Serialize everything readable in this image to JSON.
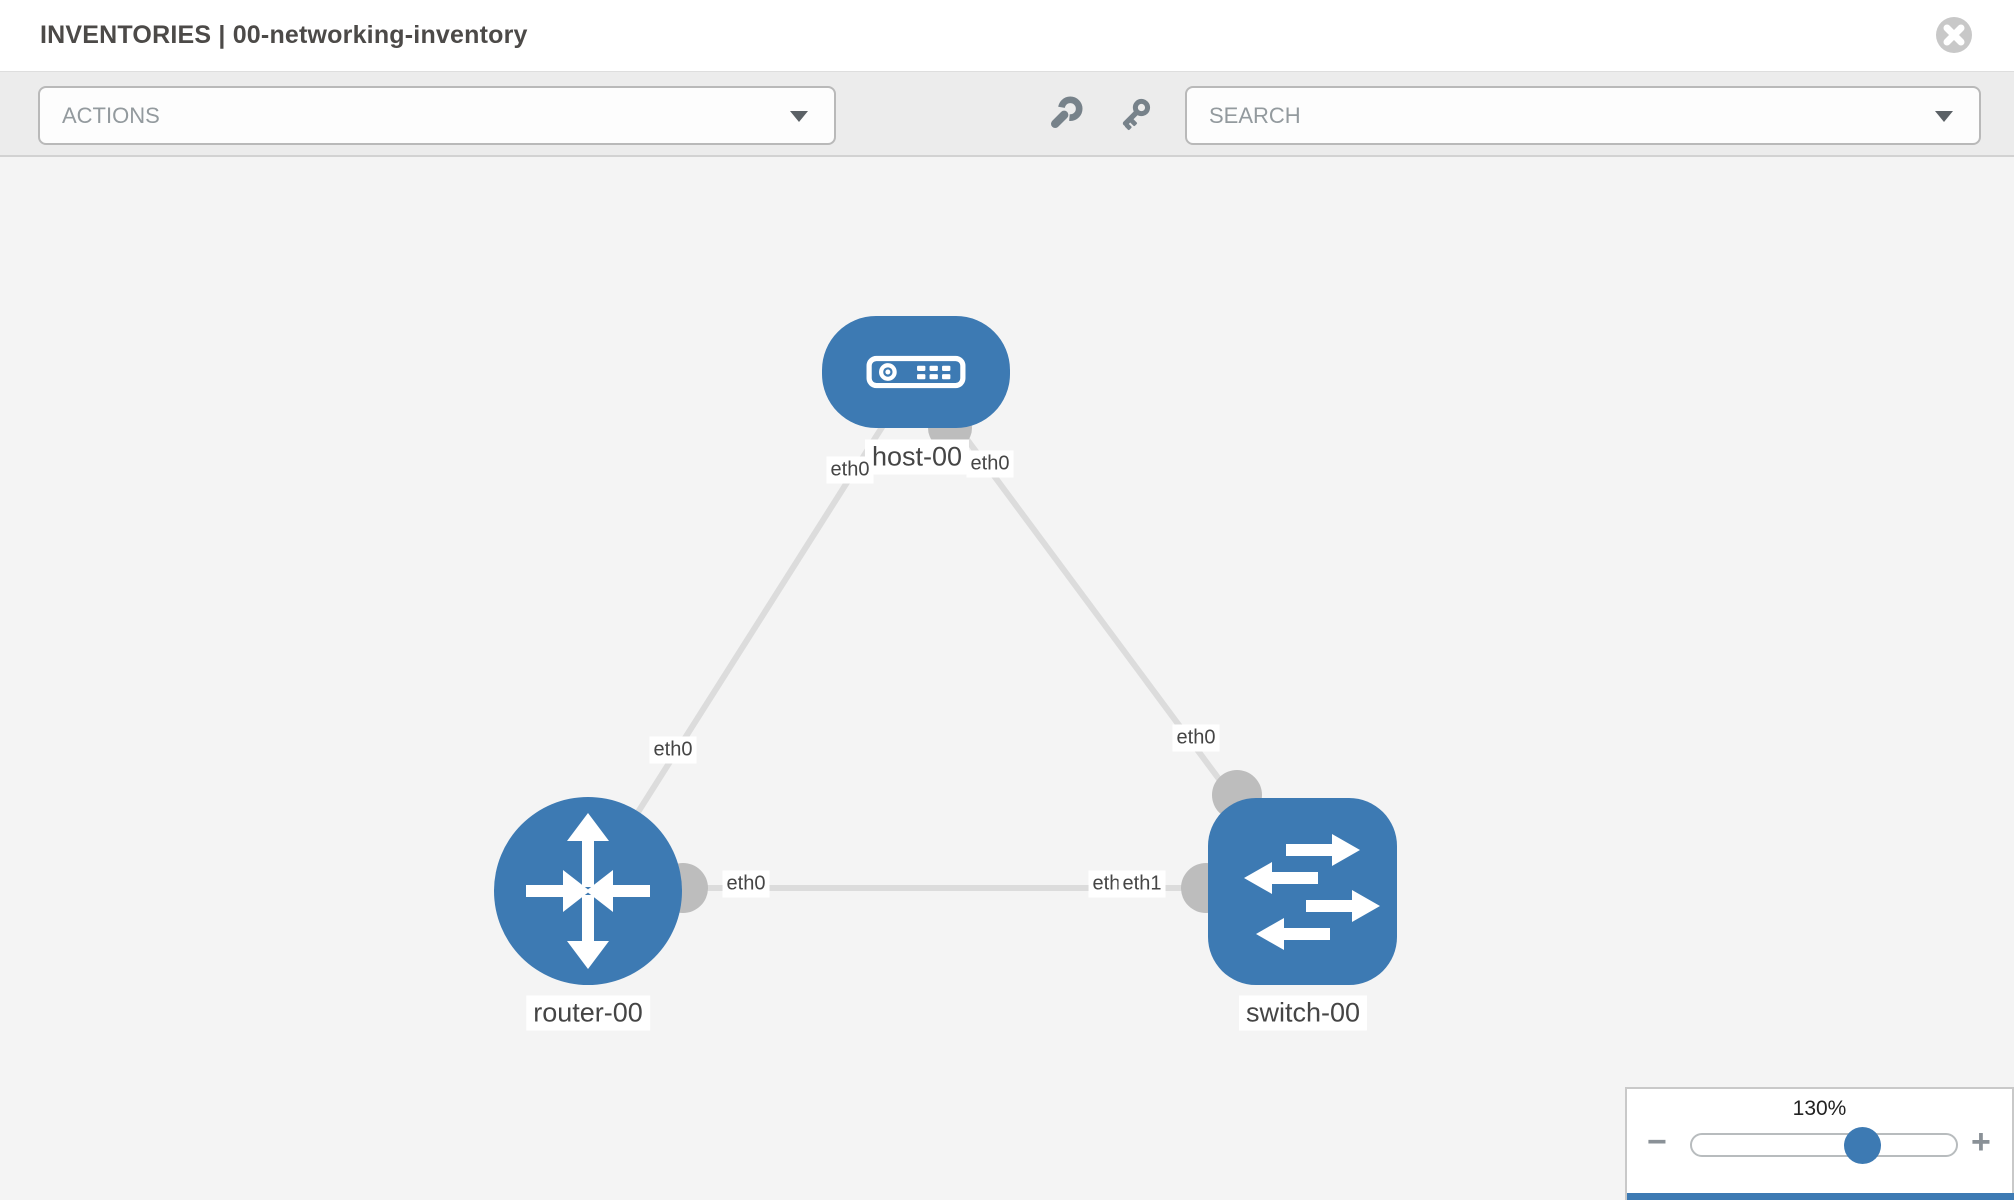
{
  "header": {
    "title": "INVENTORIES | 00-networking-inventory",
    "close_icon": "x-circle"
  },
  "toolbar": {
    "actions_label": "ACTIONS",
    "search_placeholder": "SEARCH",
    "icons": [
      "wrench",
      "key",
      "caret-down"
    ]
  },
  "topology": {
    "nodes": [
      {
        "id": "host-00",
        "type": "host",
        "label": "host-00",
        "icon": "server"
      },
      {
        "id": "router-00",
        "type": "router",
        "label": "router-00",
        "icon": "router-arrows"
      },
      {
        "id": "switch-00",
        "type": "switch",
        "label": "switch-00",
        "icon": "switch-arrows"
      }
    ],
    "links": [
      {
        "from": "host-00",
        "to": "router-00",
        "from_iface": "eth0",
        "to_iface": "eth0"
      },
      {
        "from": "host-00",
        "to": "switch-00",
        "from_iface": "eth0",
        "to_iface": "eth0"
      },
      {
        "from": "router-00",
        "to": "switch-00",
        "from_iface": "eth0",
        "to_iface": "eth1",
        "to_iface_behind": "eth0"
      }
    ]
  },
  "zoom_control": {
    "level": "130%",
    "minus": "−",
    "plus": "+"
  },
  "colors": {
    "node_blue": "#3d7ab3",
    "link_gray": "#dcdcdc",
    "bubble_gray": "#bdbdbd",
    "toolbar_bg": "#ececec",
    "canvas_bg": "#f4f4f4"
  }
}
